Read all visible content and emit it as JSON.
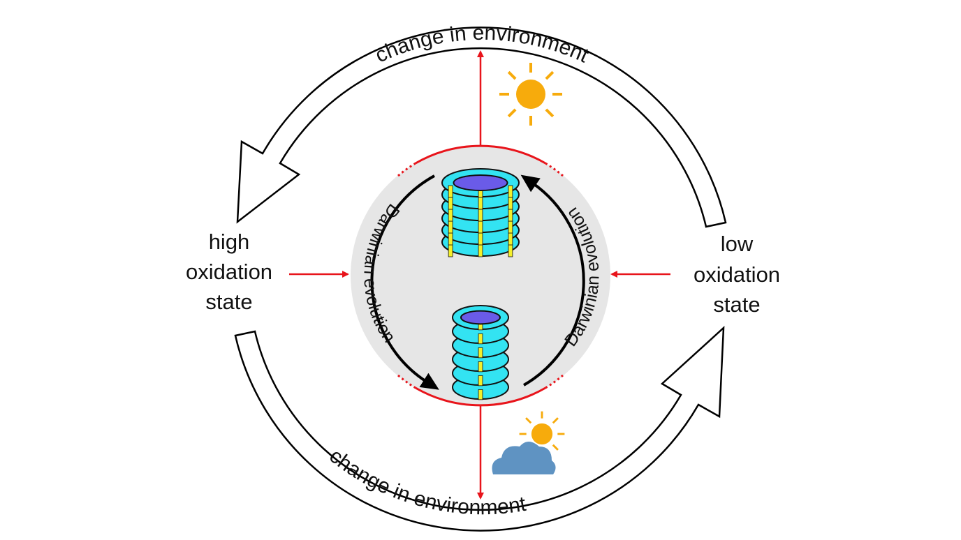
{
  "diagram": {
    "top_cycle_label": "change in environment",
    "bottom_cycle_label": "change in environment",
    "left_state": [
      "high",
      "oxidation",
      "state"
    ],
    "right_state": [
      "low",
      "oxidation",
      "state"
    ],
    "inner_left_label": "Darwinian evolution",
    "inner_right_label": "Darwinian evolution",
    "icons": [
      "sun-icon",
      "sun-behind-cloud-icon"
    ],
    "colors": {
      "arrow_red": "#e8141b",
      "inner_circle": "#e6e6e6",
      "torus": "#33e3f2",
      "stripe": "#f4f02a",
      "lumen": "#6a5be8",
      "sun": "#f7ab0c",
      "cloud": "#5f93c2"
    }
  }
}
